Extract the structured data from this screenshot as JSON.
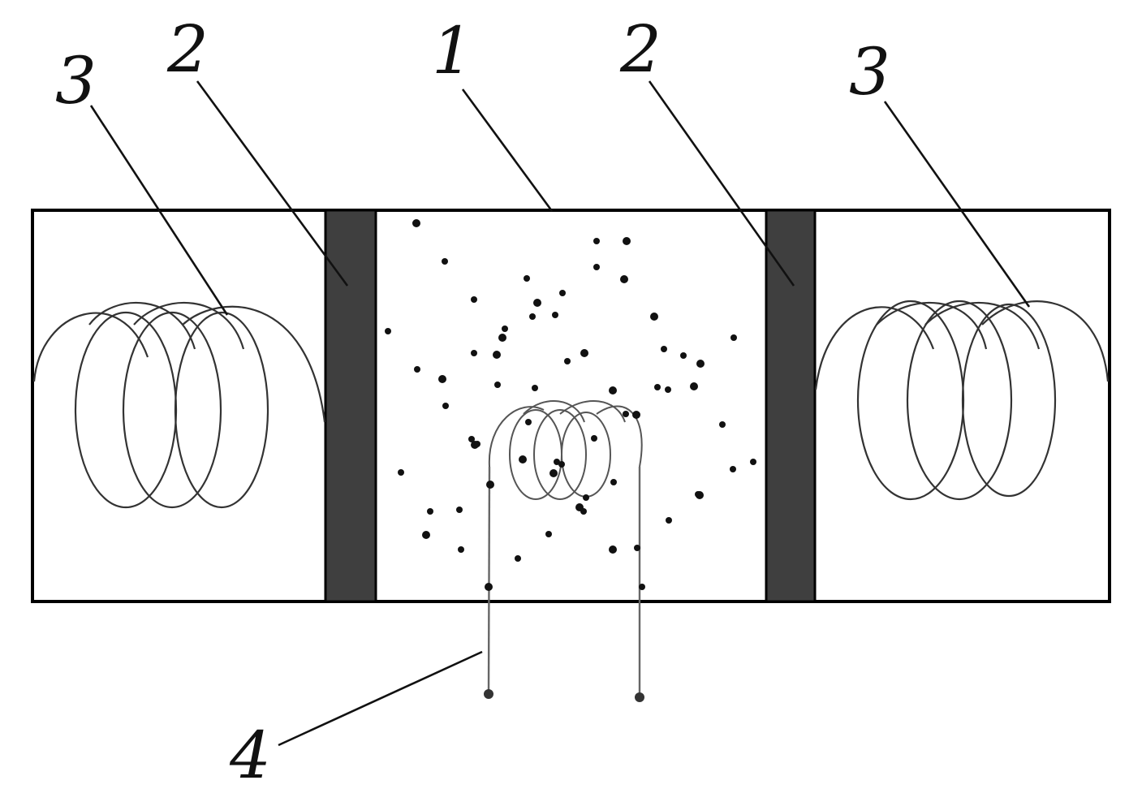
{
  "labels": {
    "label_1": "1",
    "label_2_left": "2",
    "label_2_right": "2",
    "label_3_left": "3",
    "label_3_right": "3",
    "label_4": "4"
  },
  "colors": {
    "outline": "#000000",
    "partition": "#3f3f3f",
    "coil": "#333333",
    "particles": "#111111"
  }
}
